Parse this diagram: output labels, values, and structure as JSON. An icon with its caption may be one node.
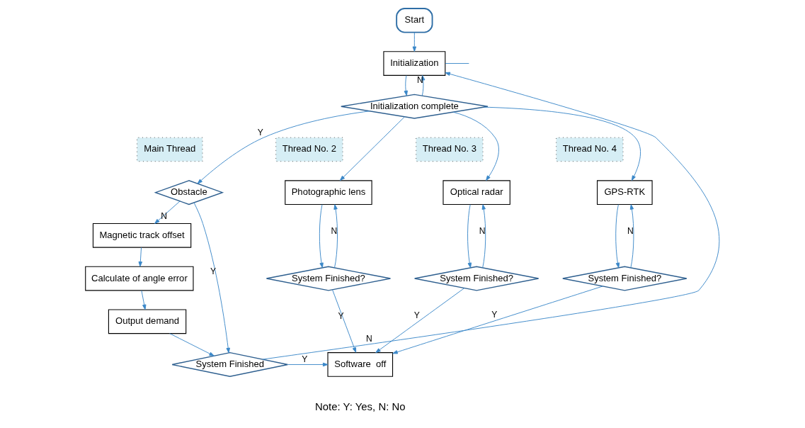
{
  "diagram": {
    "nodes": [
      {
        "text": [
          "Start"
        ]
      },
      {
        "text": [
          "Initialization"
        ]
      },
      {
        "text": [
          "Initialization complete"
        ]
      },
      {
        "text": [
          "Main Thread"
        ]
      },
      {
        "text": [
          "Thread No. 2"
        ]
      },
      {
        "text": [
          "Thread No. 3"
        ]
      },
      {
        "text": [
          "Thread No. 4"
        ]
      },
      {
        "text": [
          "Obstacle"
        ]
      },
      {
        "text": [
          "Magnetic track offset"
        ]
      },
      {
        "text": [
          "Calculate of angle error"
        ]
      },
      {
        "text": [
          "Output demand"
        ]
      },
      {
        "text": [
          "System Finished"
        ]
      },
      {
        "text": [
          "Photographic lens"
        ]
      },
      {
        "text": [
          "System Finished?"
        ]
      },
      {
        "text": [
          "Optical radar"
        ]
      },
      {
        "text": [
          "System Finished?"
        ]
      },
      {
        "text": [
          "GPS-RTK"
        ]
      },
      {
        "text": [
          "System Finished?"
        ]
      },
      {
        "text": [
          "Software  off"
        ]
      }
    ],
    "edges": [
      {
        "from": 0,
        "to": 1,
        "arrow": "to"
      },
      {
        "from": 1,
        "to": 2,
        "arrow": "to"
      },
      {
        "from": 2,
        "to": 1,
        "arrow": "to",
        "label": "N"
      },
      {
        "from": 2,
        "to": 7,
        "arrow": "to",
        "label": "Y"
      },
      {
        "from": 2,
        "to": 12,
        "arrow": "to"
      },
      {
        "from": 2,
        "to": 14,
        "arrow": "to"
      },
      {
        "from": 2,
        "to": 16,
        "arrow": "to"
      },
      {
        "from": 7,
        "to": 8,
        "arrow": "to",
        "label": "N"
      },
      {
        "from": 8,
        "to": 9,
        "arrow": "to"
      },
      {
        "from": 9,
        "to": 10,
        "arrow": "to"
      },
      {
        "from": 10,
        "to": 11,
        "arrow": "to"
      },
      {
        "from": 7,
        "to": 11,
        "arrow": "to",
        "label": "Y"
      },
      {
        "from": 11,
        "to": 18,
        "arrow": "to",
        "label": "Y"
      },
      {
        "from": 11,
        "to": 1,
        "arrow": "to",
        "label": "N"
      },
      {
        "from": 12,
        "to": 13,
        "arrow": "to"
      },
      {
        "from": 13,
        "to": 12,
        "arrow": "to",
        "label": "N"
      },
      {
        "from": 13,
        "to": 18,
        "arrow": "to",
        "label": "Y"
      },
      {
        "from": 14,
        "to": 15,
        "arrow": "to"
      },
      {
        "from": 15,
        "to": 14,
        "arrow": "to",
        "label": "N"
      },
      {
        "from": 15,
        "to": 18,
        "arrow": "to",
        "label": "Y"
      },
      {
        "from": 16,
        "to": 17,
        "arrow": "to"
      },
      {
        "from": 17,
        "to": 16,
        "arrow": "to",
        "label": "N"
      },
      {
        "from": 17,
        "to": 18,
        "arrow": "to",
        "label": "Y"
      },
      {
        "from": 1,
        "to": null,
        "arrow": "none"
      }
    ],
    "labels": [
      "Note: Y: Yes, N: No"
    ]
  }
}
